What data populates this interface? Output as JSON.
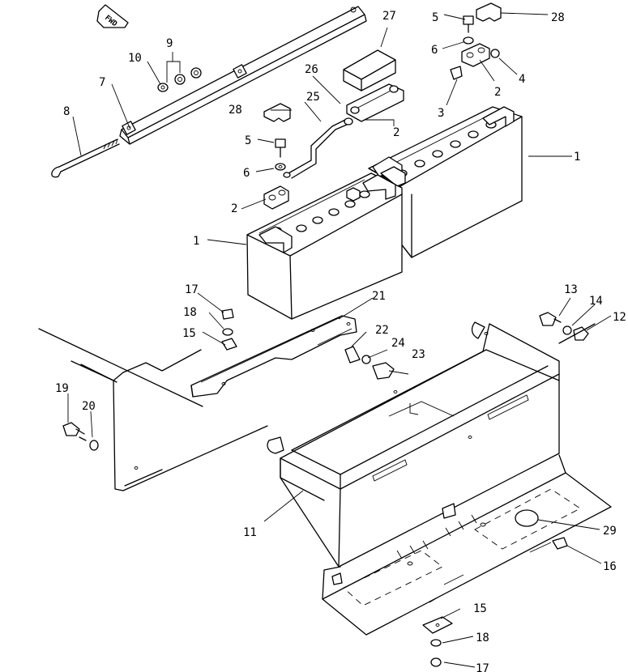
{
  "diagram": {
    "fwd_label": "FWD",
    "callouts": [
      "1",
      "1",
      "2",
      "2",
      "2",
      "3",
      "4",
      "5",
      "5",
      "6",
      "6",
      "7",
      "8",
      "9",
      "10",
      "11",
      "12",
      "13",
      "14",
      "15",
      "15",
      "16",
      "17",
      "17",
      "18",
      "18",
      "19",
      "20",
      "21",
      "22",
      "23",
      "24",
      "25",
      "26",
      "27",
      "28",
      "28",
      "29"
    ]
  }
}
